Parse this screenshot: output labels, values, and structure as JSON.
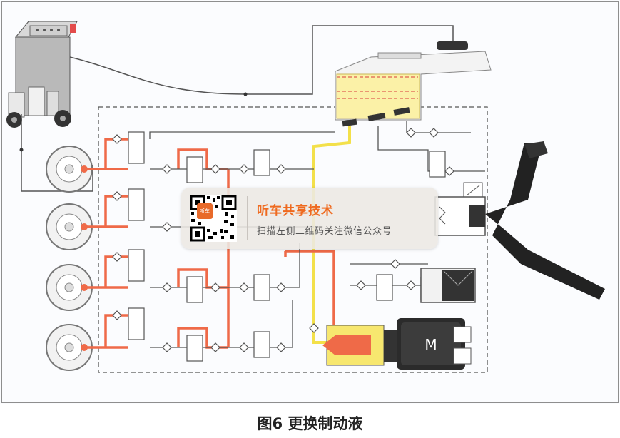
{
  "figure": {
    "caption": "图6 更换制动液",
    "motor_label": "M"
  },
  "overlay": {
    "badge": "听车",
    "title": "听车共享技术",
    "subtitle": "扫描左侧二维码关注微信公众号"
  },
  "colors": {
    "pressure_line": "#ef6a48",
    "fluid_line": "#f3e04a",
    "circuit_line": "#555555",
    "frame_border": "#8e8e8e",
    "background": "#f4f6fa"
  }
}
